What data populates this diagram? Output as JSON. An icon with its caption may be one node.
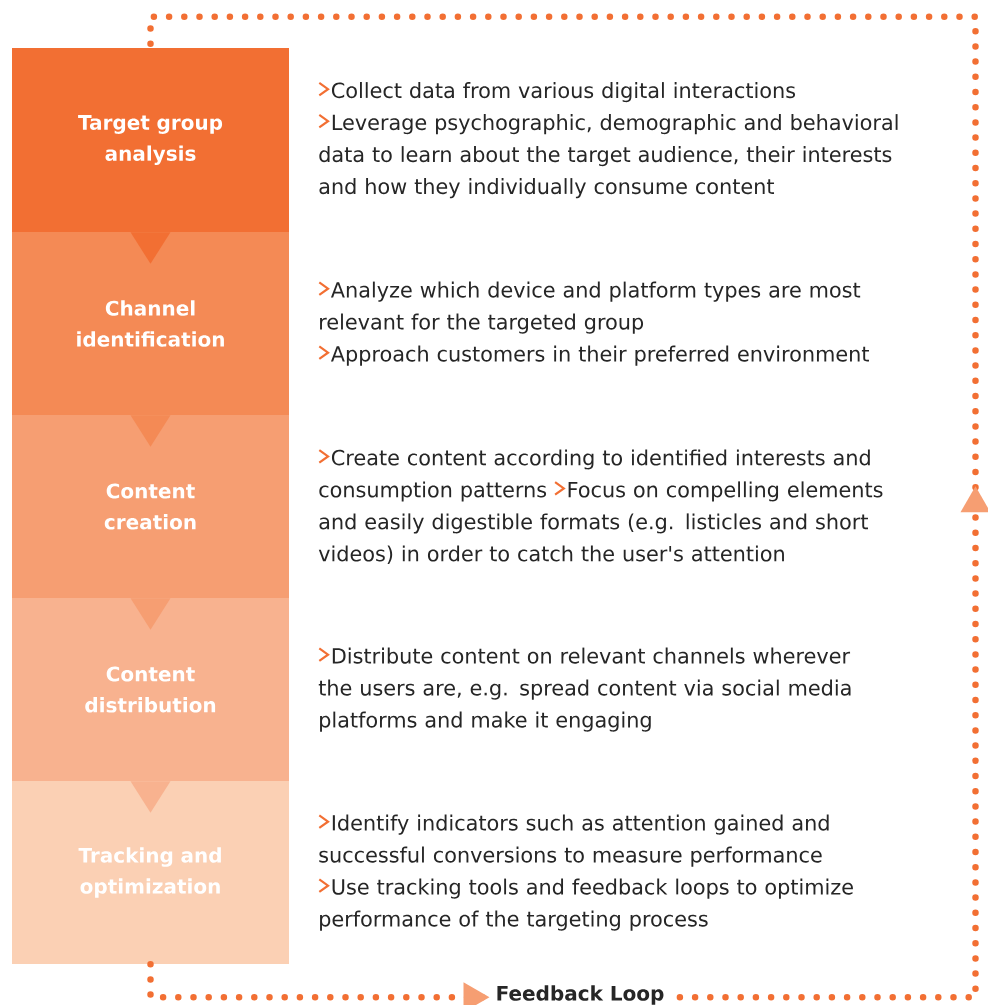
{
  "diagram": {
    "nodes": [
      {
        "text": [
          "Target group analysis"
        ],
        "beside": [
          "Collect data from various digital interactions",
          "Leverage psychographic, demographic and behavioral data to learn about the target audience, their interests and how they individually consume content"
        ]
      },
      {
        "text": [
          "Channel identification"
        ],
        "beside": [
          "Analyze which device and platform types are most relevant for the targeted group",
          "Approach customers in their preferred environment"
        ]
      },
      {
        "text": [
          "Content creation"
        ],
        "beside": [
          "Create content according to identified interests and consumption patterns",
          "Focus on compelling elements and easily digestible formats (e.g. listicles and short videos) in order to catch the user's attention"
        ]
      },
      {
        "text": [
          "Content distribution"
        ],
        "beside": [
          "Distribute content on relevant channels wherever the users are, e.g. spread content via social media platforms and make it engaging"
        ]
      },
      {
        "text": [
          "Tracking and optimization"
        ],
        "beside": [
          "Identify indicators such as attention gained and successful conversions to measure performance",
          "Use tracking tools and feedback loops to optimize performance of the targeting process"
        ]
      }
    ],
    "edges": [
      {
        "from": 0,
        "to": 1,
        "arrow": "to"
      },
      {
        "from": 1,
        "to": 2,
        "arrow": "to"
      },
      {
        "from": 2,
        "to": 3,
        "arrow": "to"
      },
      {
        "from": 3,
        "to": 4,
        "arrow": "to"
      },
      {
        "from": 4,
        "to": 0,
        "arrow": "to",
        "label": "Feedback Loop",
        "style": "dashed",
        "color": "#f26f33"
      }
    ]
  }
}
